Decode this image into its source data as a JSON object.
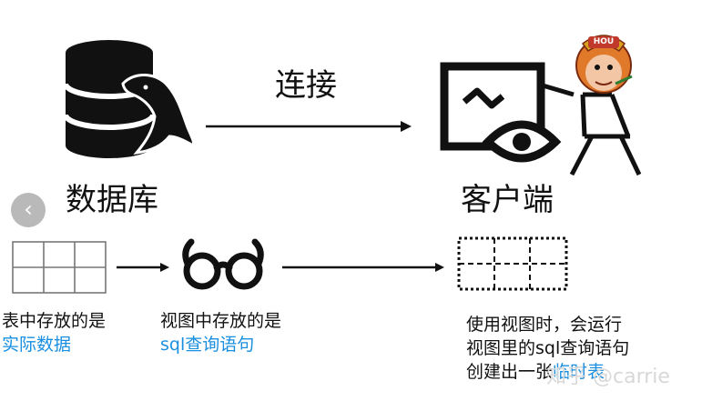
{
  "top": {
    "db_label": "数据库",
    "connect_label": "连接",
    "client_label": "客户端",
    "monkey_badge": "HOU"
  },
  "bottom": {
    "table_caption_line1": "表中存放的是",
    "table_caption_line2": "实际数据",
    "view_caption_line1": "视图中存放的是",
    "view_caption_line2": "sql查询语句",
    "temp_caption_line1": "使用视图时，会运行",
    "temp_caption_line2": "视图里的sql查询语句",
    "temp_caption_line3_prefix": "创建出一张",
    "temp_caption_line3_highlight": "临时表"
  },
  "nav": {
    "prev_icon_glyph": "‹"
  },
  "watermark": "知乎 @carrie",
  "colors": {
    "highlight": "#1a8fe0",
    "ink": "#111111",
    "nav_bg": "#b9b9b9"
  }
}
